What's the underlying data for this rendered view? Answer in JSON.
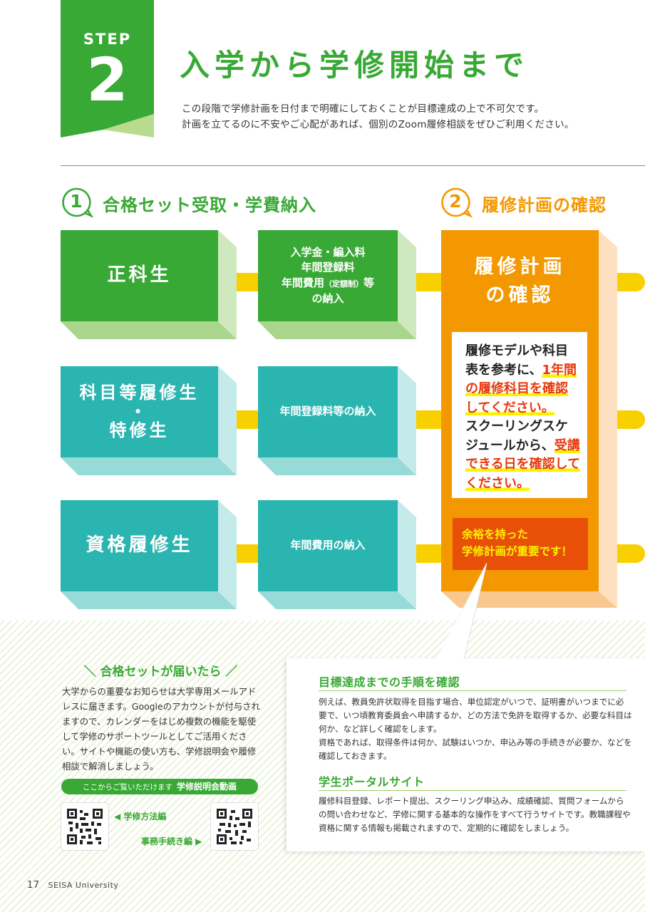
{
  "step": {
    "word": "STEP",
    "number": "2"
  },
  "title": "入学から学修開始まで",
  "intro": {
    "line1": "この段階で学修計画を日付まで明確にしておくことが目標達成の上で不可欠です。",
    "line2": "計画を立てるのに不安やご心配があれば、個別のZoom履修相談をぜひご利用ください。"
  },
  "section1": {
    "num": "1",
    "label": "合格セット受取・学費納入"
  },
  "section2": {
    "num": "2",
    "label": "履修計画の確認"
  },
  "rows": [
    {
      "category_lines": [
        "正科生"
      ],
      "payment_lines": [
        "入学金・編入料",
        "年間登録料",
        "年間費用",
        "（定額制）",
        "等",
        "の納入"
      ]
    },
    {
      "category_lines": [
        "科目等履修生",
        "・",
        "特修生"
      ],
      "payment": "年間登録料等の納入"
    },
    {
      "category_lines": [
        "資格履修生"
      ],
      "payment": "年間費用の納入"
    }
  ],
  "orange": {
    "title_line1": "履修計画",
    "title_line2": "の確認",
    "note": {
      "l1": "履修モデルや科目",
      "l2a": "表を参考に、",
      "l2b": "1年間",
      "l3": "の履修科目を確認",
      "l4": "してください。",
      "l5": "スクーリングスケ",
      "l6a": "ジュールから、",
      "l6b": "受講",
      "l7": "できる日を確認して",
      "l8": "ください。"
    },
    "warn_line1": "余裕を持った",
    "warn_line2": "学修計画が重要です！"
  },
  "left_panel": {
    "title": "＼ 合格セットが届いたら ／",
    "body": "大学からの重要なお知らせは大学専用メールアドレスに届きます。Googleのアカウントが付与されますので、カレンダーをはじめ複数の機能を駆使して学修のサポートツールとしてご活用ください。サイトや機能の使い方も、学修説明会や履修相談で解消しましょう。",
    "pill_small": "ここからご覧いただけます",
    "pill_bold": "学修説明会動画",
    "qr1_label": "◀ 学修方法編",
    "qr2_label": "事務手続き編 ▶"
  },
  "card": {
    "h1": "目標達成までの手順を確認",
    "p1": "例えば、教員免許状取得を目指す場合、単位認定がいつで、証明書がいつまでに必要で、いつ頃教育委員会へ申請するか、どの方法で免許を取得するか、必要な科目は何か、など詳しく確認をします。",
    "p2": "資格であれば、取得条件は何か、試験はいつか、申込み等の手続きが必要か、などを確認しておきます。",
    "h2": "学生ポータルサイト",
    "p3": "履修科目登録、レポート提出、スクーリング申込み、成績確認、質問フォームからの問い合わせなど、学修に関する基本的な操作をすべて行うサイトです。教職課程や資格に関する情報も掲載されますので、定期的に確認をしましょう。"
  },
  "footer": {
    "page": "17",
    "university": "SEISA University"
  },
  "colors": {
    "green": "#39a935",
    "teal": "#2ab5b1",
    "orange": "#f39800",
    "yellow": "#f8d000",
    "red_orange": "#e8500a"
  }
}
